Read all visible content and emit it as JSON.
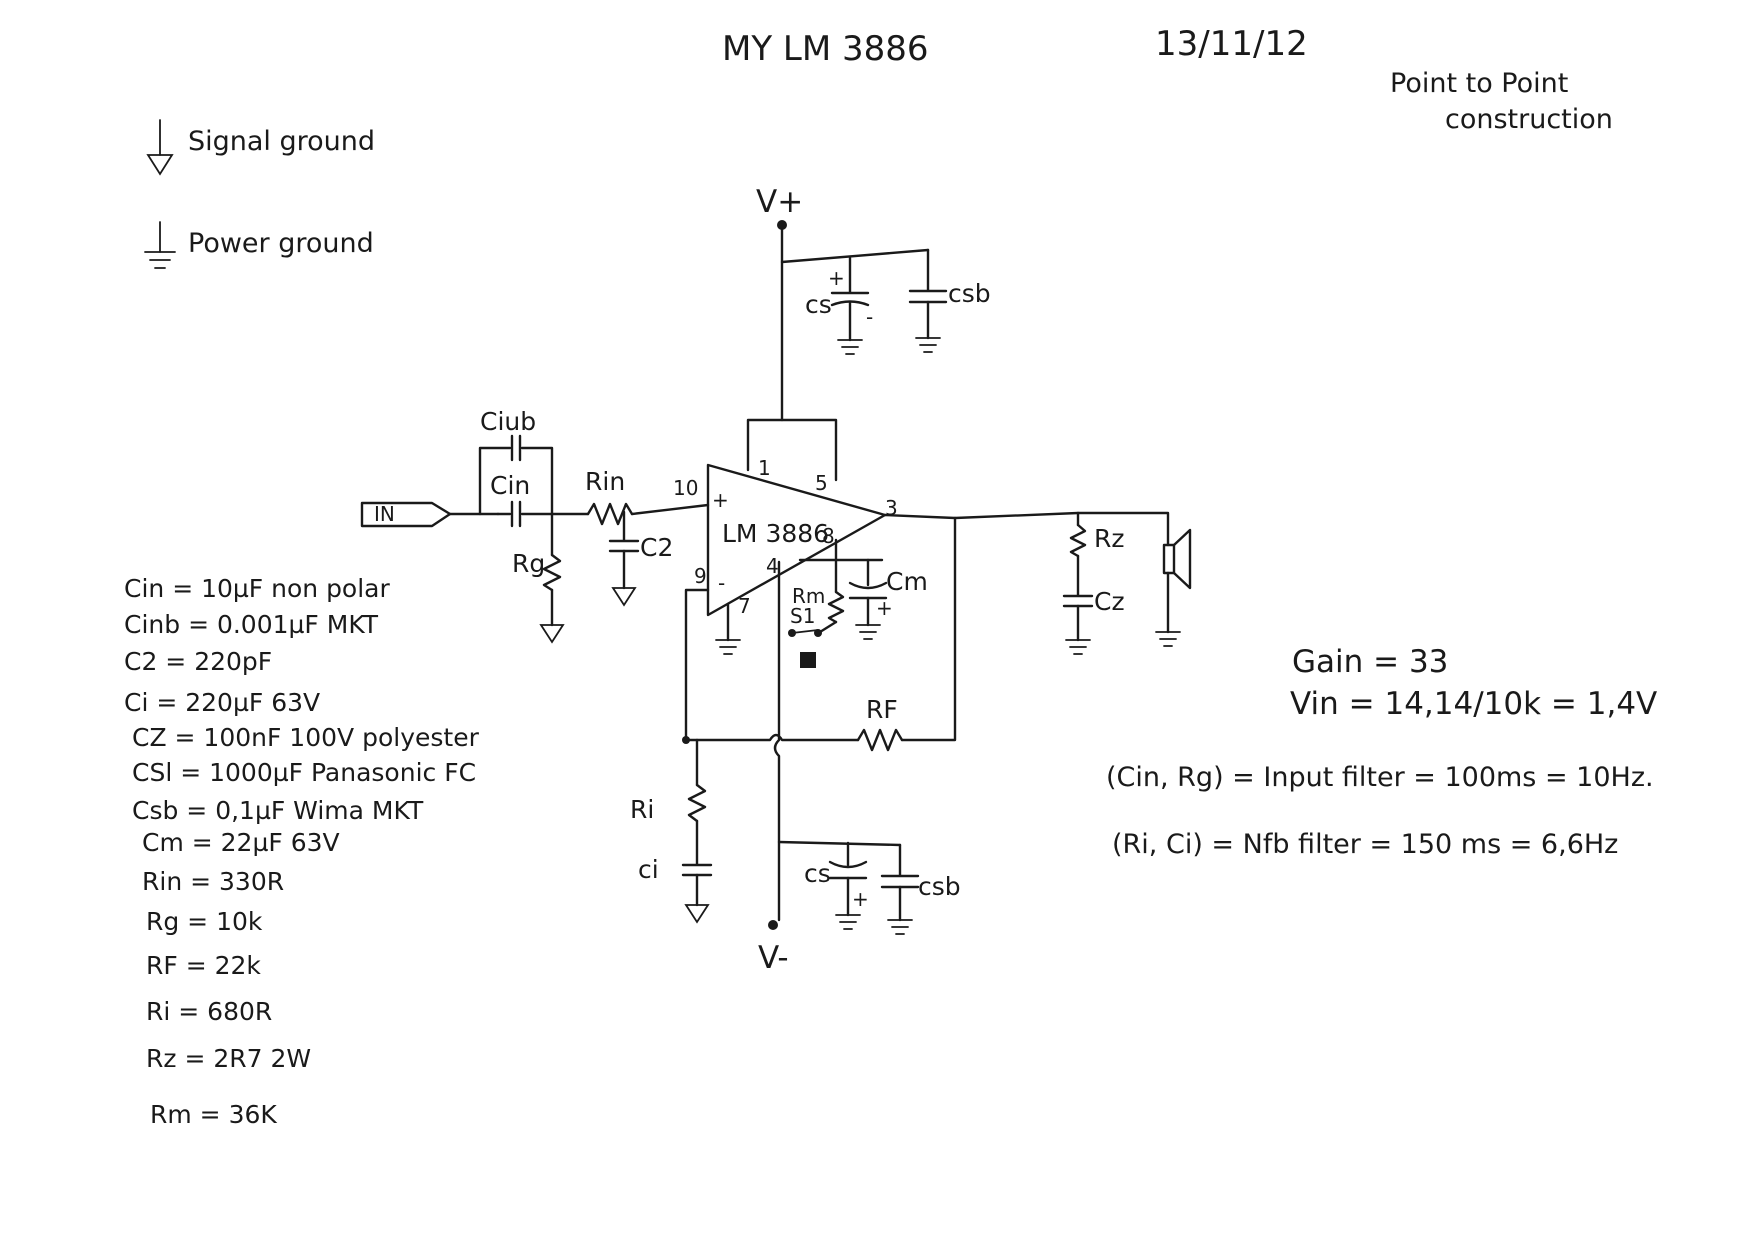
{
  "header": {
    "title": "MY LM 3886",
    "date": "13/11/12",
    "note_line1": "Point to Point",
    "note_line2": "construction"
  },
  "legend": {
    "signal_ground": "Signal ground",
    "power_ground": "Power ground"
  },
  "schematic": {
    "chip": "LM 3886",
    "vplus": "V+",
    "vminus": "V-",
    "input": "IN",
    "pins": {
      "p1": "1",
      "p5": "5",
      "p10": "10",
      "p3": "3",
      "p8": "8",
      "p4": "4",
      "p9": "9",
      "p7": "7",
      "plus": "+",
      "minus": "-"
    },
    "components": {
      "ciub": "Ciub",
      "cin": "Cin",
      "rin": "Rin",
      "rg": "Rg",
      "c2": "C2",
      "cs_top": "cs",
      "csb_top": "csb",
      "rm": "Rm",
      "s1": "S1",
      "cm": "Cm",
      "rf": "RF",
      "ri": "Ri",
      "ci": "ci",
      "cs_bottom": "cs",
      "csb_bottom": "csb",
      "rz": "Rz",
      "cz": "Cz"
    }
  },
  "bom": [
    "Cin = 10µF non polar",
    "Cinb = 0.001µF MKT",
    "C2 = 220pF",
    "Ci = 220µF 63V",
    "CZ = 100nF 100V polyester",
    "CSl = 1000µF Panasonic FC",
    "Csb = 0,1µF Wima MKT",
    "Cm = 22µF 63V",
    "Rin = 330R",
    "Rg = 10k",
    "RF = 22k",
    "Ri = 680R",
    "Rz = 2R7 2W",
    "Rm = 36K"
  ],
  "calc": {
    "gain": "Gain = 33",
    "vin": "Vin = 14,14/10k = 1,4V",
    "input_filter": "(Cin, Rg) = Input filter = 100ms = 10Hz.",
    "nfb_filter": "(Ri, Ci) = Nfb filter = 150 ms = 6,6Hz"
  }
}
